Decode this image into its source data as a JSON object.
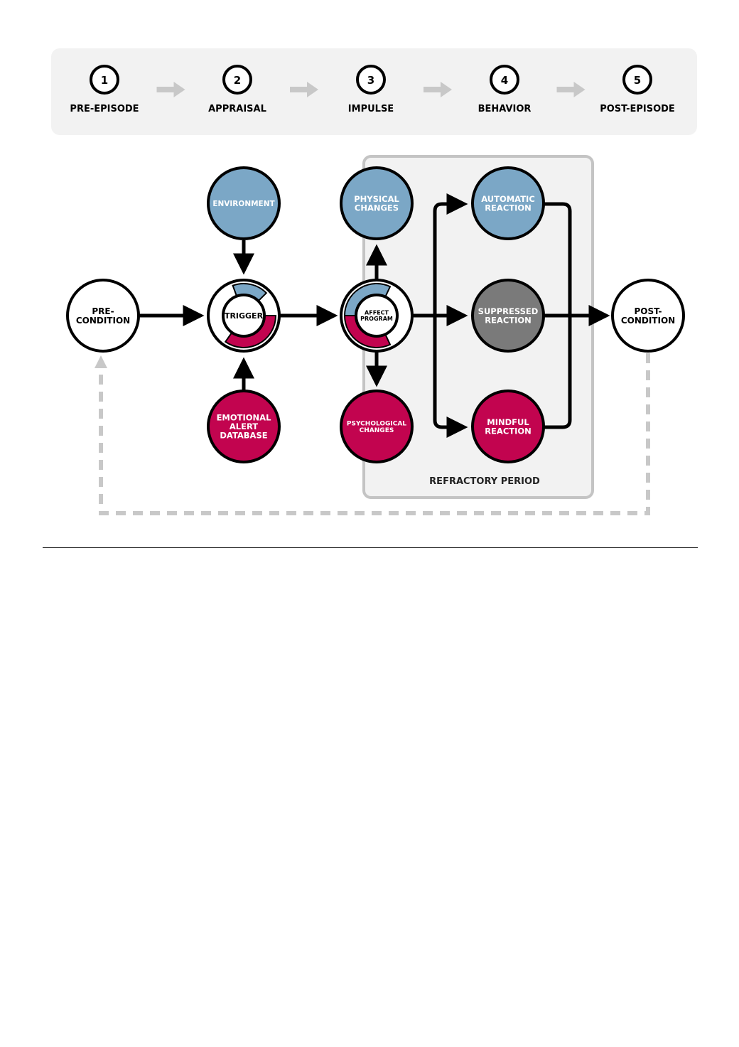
{
  "stages": [
    {
      "number": "1",
      "label": "PRE-EPISODE"
    },
    {
      "number": "2",
      "label": "APPRAISAL"
    },
    {
      "number": "3",
      "label": "IMPULSE"
    },
    {
      "number": "4",
      "label": "BEHAVIOR"
    },
    {
      "number": "5",
      "label": "POST-EPISODE"
    }
  ],
  "nodes": {
    "precondition": {
      "lines": [
        "PRE-",
        "CONDITION"
      ]
    },
    "environment": {
      "lines": [
        "ENVIRONMENT"
      ]
    },
    "trigger": {
      "lines": [
        "TRIGGER"
      ]
    },
    "emotional_alert_database": {
      "lines": [
        "EMOTIONAL",
        "ALERT",
        "DATABASE"
      ]
    },
    "physical_changes": {
      "lines": [
        "PHYSICAL",
        "CHANGES"
      ]
    },
    "affect_program": {
      "lines": [
        "AFFECT",
        "PROGRAM"
      ]
    },
    "psychological_changes": {
      "lines": [
        "PSYCHOLOGICAL",
        "CHANGES"
      ]
    },
    "automatic_reaction": {
      "lines": [
        "AUTOMATIC",
        "REACTION"
      ]
    },
    "suppressed_reaction": {
      "lines": [
        "SUPPRESSED",
        "REACTION"
      ]
    },
    "mindful_reaction": {
      "lines": [
        "MINDFUL",
        "REACTION"
      ]
    },
    "postcondition": {
      "lines": [
        "POST-",
        "CONDITION"
      ]
    }
  },
  "refractory_period_label": "REFRACTORY PERIOD",
  "colors": {
    "blue": "#7ba7c6",
    "red": "#c2044f",
    "gray": "#7a7a7a",
    "panel": "#f2f2f2",
    "stage_arrow": "#c8c8c8",
    "loop": "#c8c8c8"
  }
}
